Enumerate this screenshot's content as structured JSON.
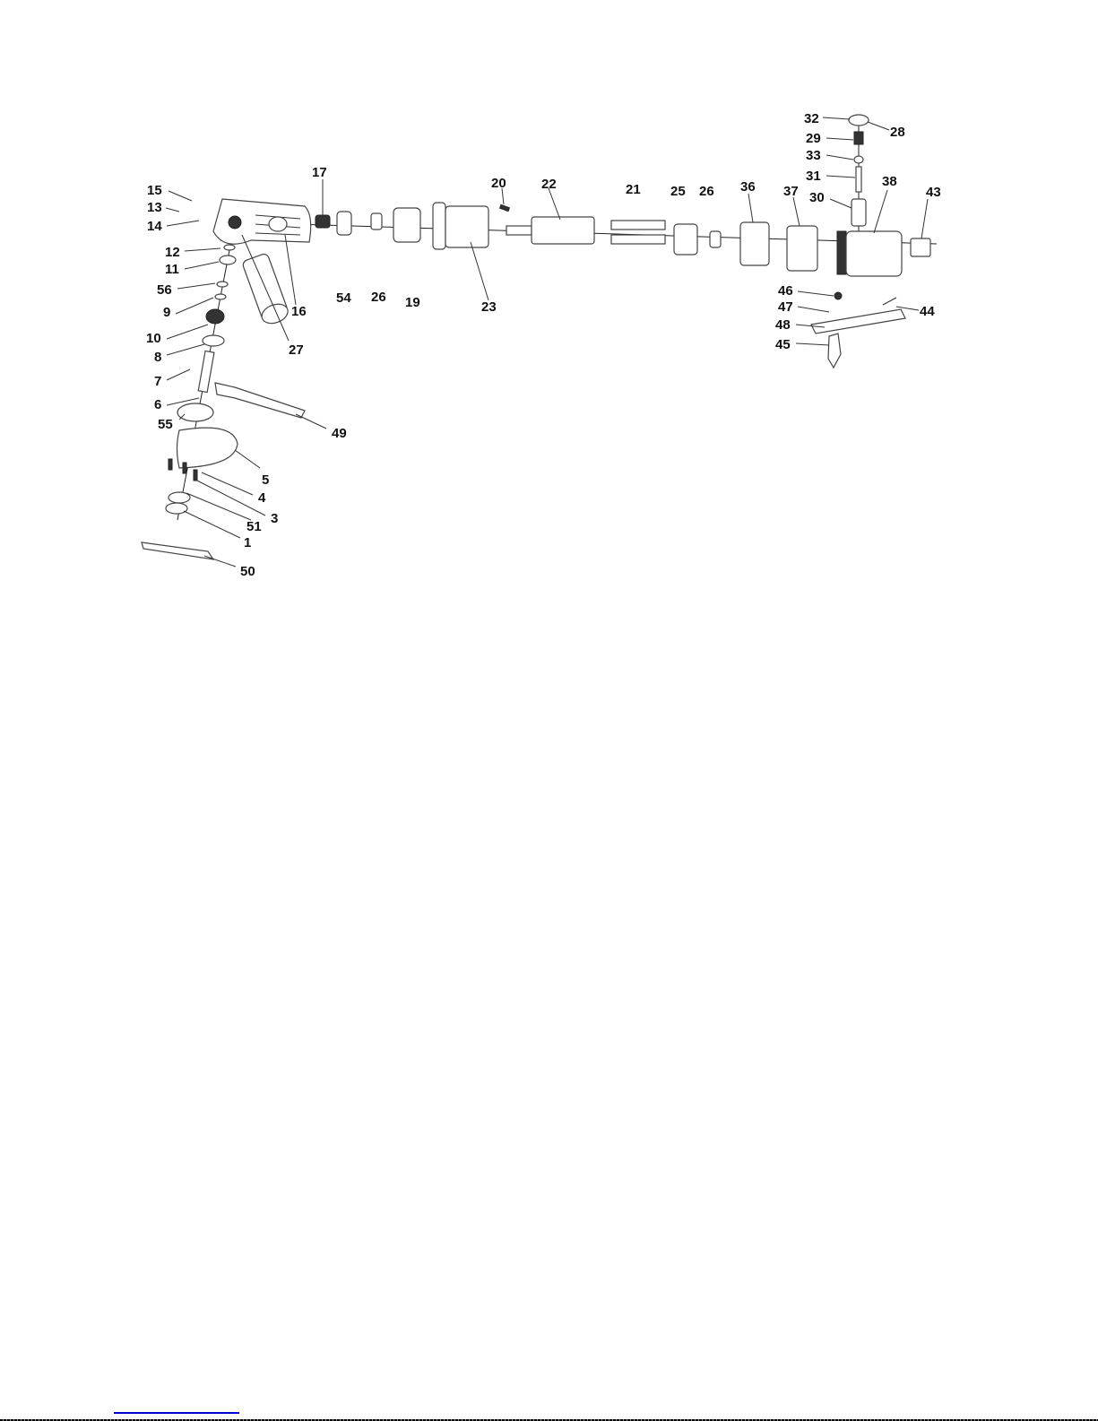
{
  "diagram": {
    "type": "exploded-parts-view",
    "callouts": {
      "p15": "15",
      "p13": "13",
      "p14": "14",
      "p12": "12",
      "p11": "11",
      "p56": "56",
      "p9": "9",
      "p10": "10",
      "p8": "8",
      "p7": "7",
      "p6": "6",
      "p55": "55",
      "p5": "5",
      "p4": "4",
      "p3": "3",
      "p51": "51",
      "p1": "1",
      "p50": "50",
      "p49": "49",
      "p27": "27",
      "p16": "16",
      "p17": "17",
      "p54": "54",
      "p26a": "26",
      "p19": "19",
      "p23": "23",
      "p20": "20",
      "p22": "22",
      "p21": "21",
      "p25": "25",
      "p26b": "26",
      "p36": "36",
      "p37": "37",
      "p38": "38",
      "p43": "43",
      "p32": "32",
      "p28": "28",
      "p29": "29",
      "p33": "33",
      "p31": "31",
      "p30": "30",
      "p46": "46",
      "p44": "44",
      "p47": "47",
      "p48": "48",
      "p45": "45"
    }
  }
}
